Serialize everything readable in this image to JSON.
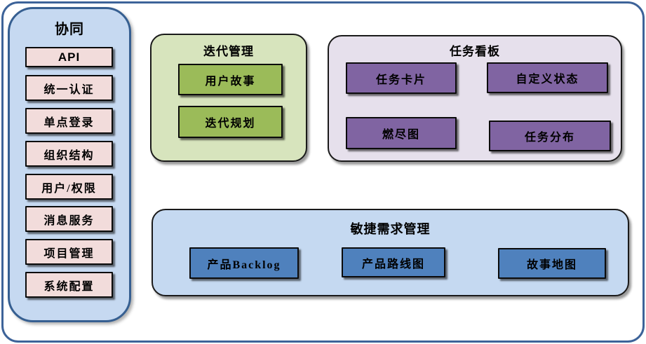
{
  "sidebar": {
    "title": "协同",
    "items": [
      "API",
      "统一认证",
      "单点登录",
      "组织结构",
      "用户/权限",
      "消息服务",
      "项目管理",
      "系统配置"
    ]
  },
  "groups": {
    "iteration": {
      "title": "迭代管理",
      "items": [
        "用户故事",
        "迭代规划"
      ]
    },
    "kanban": {
      "title": "任务看板",
      "items": [
        "任务卡片",
        "自定义状态",
        "燃尽图",
        "任务分布"
      ]
    },
    "agile": {
      "title": "敏捷需求管理",
      "items": [
        "产品Backlog",
        "产品路线图",
        "故事地图"
      ]
    }
  },
  "colors": {
    "frame_border": "#3D6399",
    "sidebar_fill": "#C6D9F1",
    "sidebar_border": "#365F91",
    "sidebar_item_fill": "#F2DCDB",
    "iteration_group_fill": "#D7E4BD",
    "iteration_item_fill": "#9BBB59",
    "kanban_group_fill": "#E6E0EC",
    "kanban_item_fill": "#8064A2",
    "agile_group_fill": "#C5D9F1",
    "agile_item_fill": "#4F81BD",
    "item_border": "#0B0B0B",
    "text": "#000000"
  }
}
